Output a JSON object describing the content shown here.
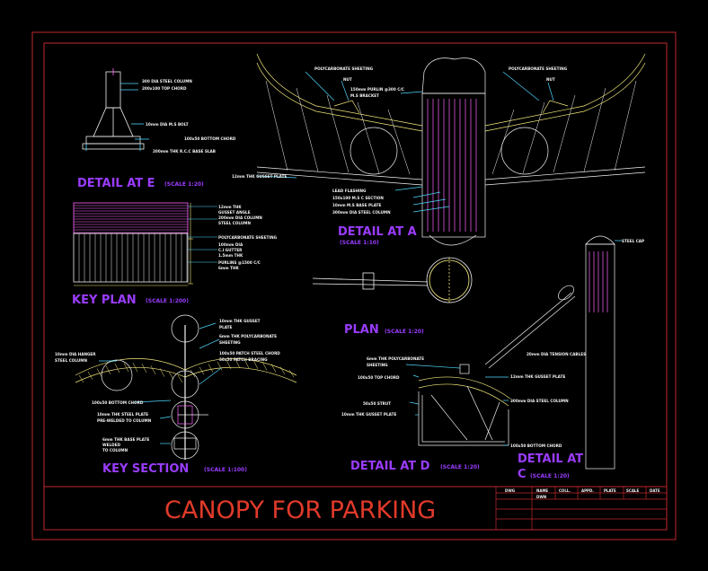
{
  "drawing_title": "CANOPY FOR PARKING",
  "views": {
    "detail_e": {
      "title": "DETAIL AT E",
      "scale": "(SCALE 1:20)"
    },
    "key_plan": {
      "title": "KEY PLAN",
      "scale": "(SCALE 1:200)"
    },
    "key_section": {
      "title": "KEY SECTION",
      "scale": "(SCALE 1:100)"
    },
    "detail_a": {
      "title": "DETAIL AT A",
      "scale": "(SCALE 1:10)"
    },
    "plan": {
      "title": "PLAN",
      "scale": "(SCALE 1:20)"
    },
    "detail_d": {
      "title": "DETAIL AT D",
      "scale": "(SCALE 1:20)"
    },
    "detail_c": {
      "title_line1": "DETAIL AT",
      "title_line2": "C",
      "scale": "(SCALE 1:20)"
    }
  },
  "annotations": {
    "detail_e": [
      "300 DIA STEEL COLUMN",
      "200x100 TOP CHORD",
      "10mm DIA M.S BOLT",
      "100x50 BOTTOM CHORD",
      "200mm THK R.C.C BASE SLAB"
    ],
    "detail_a": [
      "POLYCARBONATE SHEETING",
      "NUT",
      "150mm PURLIN @300 C/C",
      "M.S BRACKET",
      "POLYCARBONATE SHEETING",
      "NUT",
      "12mm THK GUSSET PLATE",
      "LEAD FLASHING",
      "150x100 M.S C SECTION",
      "10mm M.S BASE PLATE",
      "300mm DIA STEEL COLUMN"
    ],
    "key_plan": [
      "12mm THK",
      "GUSSET ANGLE",
      "200mm DIA COLUMN",
      "STEEL COLUMN",
      "POLYCARBONATE SHEETING",
      "100mm DIA",
      "C.I GUTTER",
      "1.5mm THK",
      "PURLINS @1500 C/C",
      "6mm THK"
    ],
    "key_section": [
      "10mm THK GUSSET",
      "PLATE",
      "6mm THK POLYCARBONATE",
      "SHEETING",
      "100x50 PATCH STEEL CHORD",
      "50x50 PATCH BRACING",
      "10mm DIA HANGER",
      "STEEL COLUMN",
      "100x50 BOTTOM CHORD",
      "10mm THK STEEL PLATE",
      "PRE-WELDED TO COLUMN",
      "6mm THK BASE PLATE",
      "WELDED",
      "TO COLUMN"
    ],
    "detail_d": [
      "6mm THK POLYCARBONATE",
      "SHEETING",
      "100x50 TOP CHORD",
      "50x50 STRUT",
      "10mm THK GUSSET PLATE",
      "20mm DIA TENSION CABLES",
      "12mm THK GUSSET PLATE",
      "300mm DIA STEEL COLUMN",
      "100x50 BOTTOM CHORD"
    ],
    "detail_c": [
      "STEEL CAP"
    ]
  },
  "title_block": {
    "col_headers": [
      "DWG",
      "NAME",
      "COLL.",
      "APPD.",
      "PLATE",
      "SCALE",
      "DATE"
    ],
    "row2_label": "DWN"
  },
  "colors": {
    "border": "#c0272d",
    "accent": "#9a3cff",
    "magenta": "#ff66ff",
    "yellow": "#f4e97a",
    "cyan": "#4fd8ff",
    "title": "#e13a2a"
  }
}
